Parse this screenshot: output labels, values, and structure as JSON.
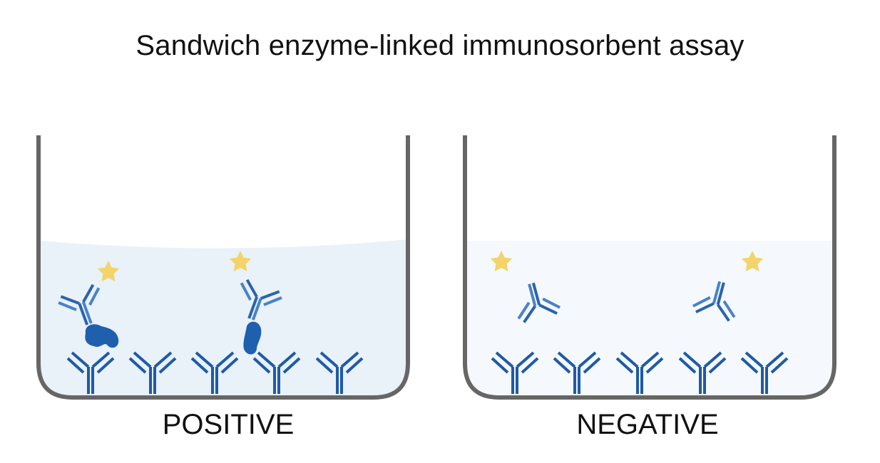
{
  "title": "Sandwich enzyme-linked immunosorbent assay",
  "wells": {
    "positive": {
      "label": "POSITIVE"
    },
    "negative": {
      "label": "NEGATIVE"
    }
  },
  "colors": {
    "antibody": "#1f5aa6",
    "antibody_light": "#4a82c6",
    "antigen": "#1e5fae",
    "enzyme_star": "#f3d46a",
    "well_wall": "#666666",
    "liquid_positive": "#e9f1f9",
    "liquid_negative": "#f5f9fd"
  },
  "icons": {
    "capture_antibody": "y-shaped-antibody-icon",
    "detection_antibody": "labeled-antibody-icon",
    "enzyme_label": "star-icon",
    "antigen": "antigen-blob-icon"
  }
}
